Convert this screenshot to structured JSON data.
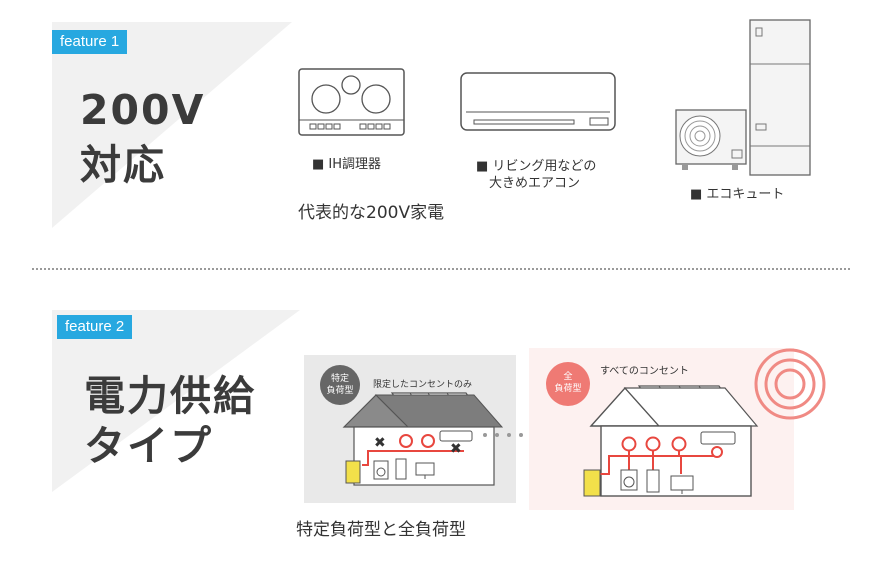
{
  "feature1": {
    "badge": "feature 1",
    "title_line1": "200V",
    "title_line2": "対応",
    "items": [
      {
        "label": "■ IH調理器"
      },
      {
        "label_line1": "■ リビング用などの",
        "label_line2": "大きめエアコン"
      },
      {
        "label": "■ エコキュート"
      }
    ],
    "caption": "代表的な200V家電"
  },
  "feature2": {
    "badge": "feature 2",
    "title_line1": "電力供給",
    "title_line2": "タイプ",
    "specific": {
      "circle_line1": "特定",
      "circle_line2": "負荷型",
      "note": "限定したコンセントのみ"
    },
    "full": {
      "circle_line1": "全",
      "circle_line2": "負荷型",
      "note": "すべてのコンセント"
    },
    "caption": "特定負荷型と全負荷型"
  },
  "colors": {
    "badge": "#27a8e0",
    "accent_red": "#e8473f",
    "specific_bg": "#e9e9e9",
    "full_bg": "#fdf1f0"
  }
}
